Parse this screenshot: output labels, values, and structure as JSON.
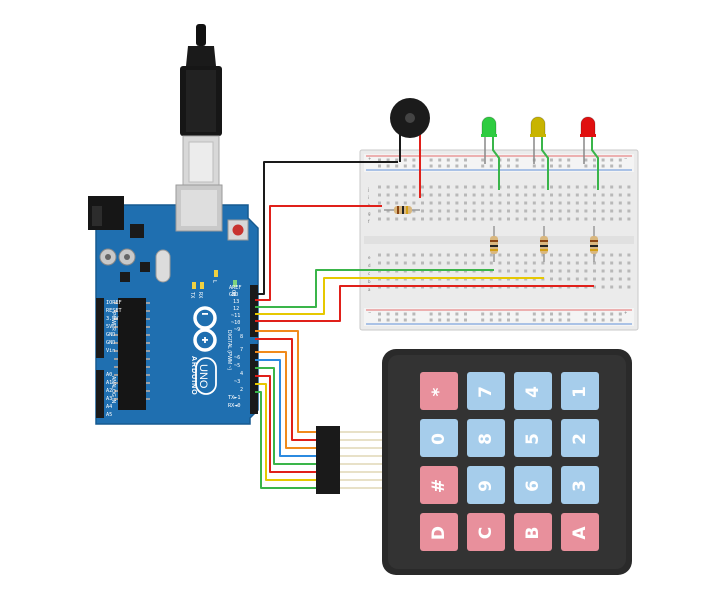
{
  "arduino": {
    "logo_text": "ARDUINO",
    "model_text": "UNO",
    "digital_label": "DIGITAL (PWM ~)",
    "power_label": "POWER",
    "analog_label": "ANALOG IN",
    "tx_label": "TX",
    "rx_label": "RX",
    "l_label": "L",
    "on_label": "ON",
    "header_top_labels": [
      "AREF",
      "GND",
      "13",
      "12",
      "~11",
      "~10",
      "~9",
      "8"
    ],
    "header_bottom_labels": [
      "7",
      "~6",
      "~5",
      "4",
      "~3",
      "2",
      "TX►1",
      "RX◄0"
    ],
    "power_pin_labels": [
      "IOREF",
      "RESET",
      "3.3V",
      "5V",
      "GND",
      "GND",
      "Vin"
    ],
    "analog_pin_labels": [
      "A0",
      "A1",
      "A2",
      "A3",
      "A4",
      "A5"
    ]
  },
  "keypad": {
    "rows": [
      [
        {
          "label": "1",
          "color": "blue"
        },
        {
          "label": "2",
          "color": "blue"
        },
        {
          "label": "3",
          "color": "blue"
        },
        {
          "label": "A",
          "color": "red"
        }
      ],
      [
        {
          "label": "4",
          "color": "blue"
        },
        {
          "label": "5",
          "color": "blue"
        },
        {
          "label": "6",
          "color": "blue"
        },
        {
          "label": "B",
          "color": "red"
        }
      ],
      [
        {
          "label": "7",
          "color": "blue"
        },
        {
          "label": "8",
          "color": "blue"
        },
        {
          "label": "9",
          "color": "blue"
        },
        {
          "label": "C",
          "color": "red"
        }
      ],
      [
        {
          "label": "*",
          "color": "red"
        },
        {
          "label": "0",
          "color": "blue"
        },
        {
          "label": "#",
          "color": "red"
        },
        {
          "label": "D",
          "color": "red"
        }
      ]
    ]
  },
  "breadboard": {
    "row_letters_top": [
      "j",
      "i",
      "h",
      "g",
      "f"
    ],
    "row_letters_bottom": [
      "e",
      "d",
      "c",
      "b",
      "a"
    ],
    "rail_plus": "+",
    "rail_minus": "−"
  },
  "components": {
    "leds": [
      {
        "name": "green-led",
        "color": "#2ecc40"
      },
      {
        "name": "yellow-led",
        "color": "#c8b400"
      },
      {
        "name": "red-led",
        "color": "#e01010"
      }
    ],
    "buzzer": {
      "name": "piezo-buzzer"
    }
  },
  "colors": {
    "arduino_board": "#1f6fb0",
    "key_blue": "#a6cdeb",
    "key_red": "#e8909c",
    "keypad_body": "#2a2a2a",
    "wire_black": "#1a1a1a",
    "wire_red": "#e0201a",
    "wire_green": "#3ab54a",
    "wire_yellow": "#e6c800",
    "wire_orange": "#f08a1c",
    "wire_blue": "#2b8ae0"
  }
}
